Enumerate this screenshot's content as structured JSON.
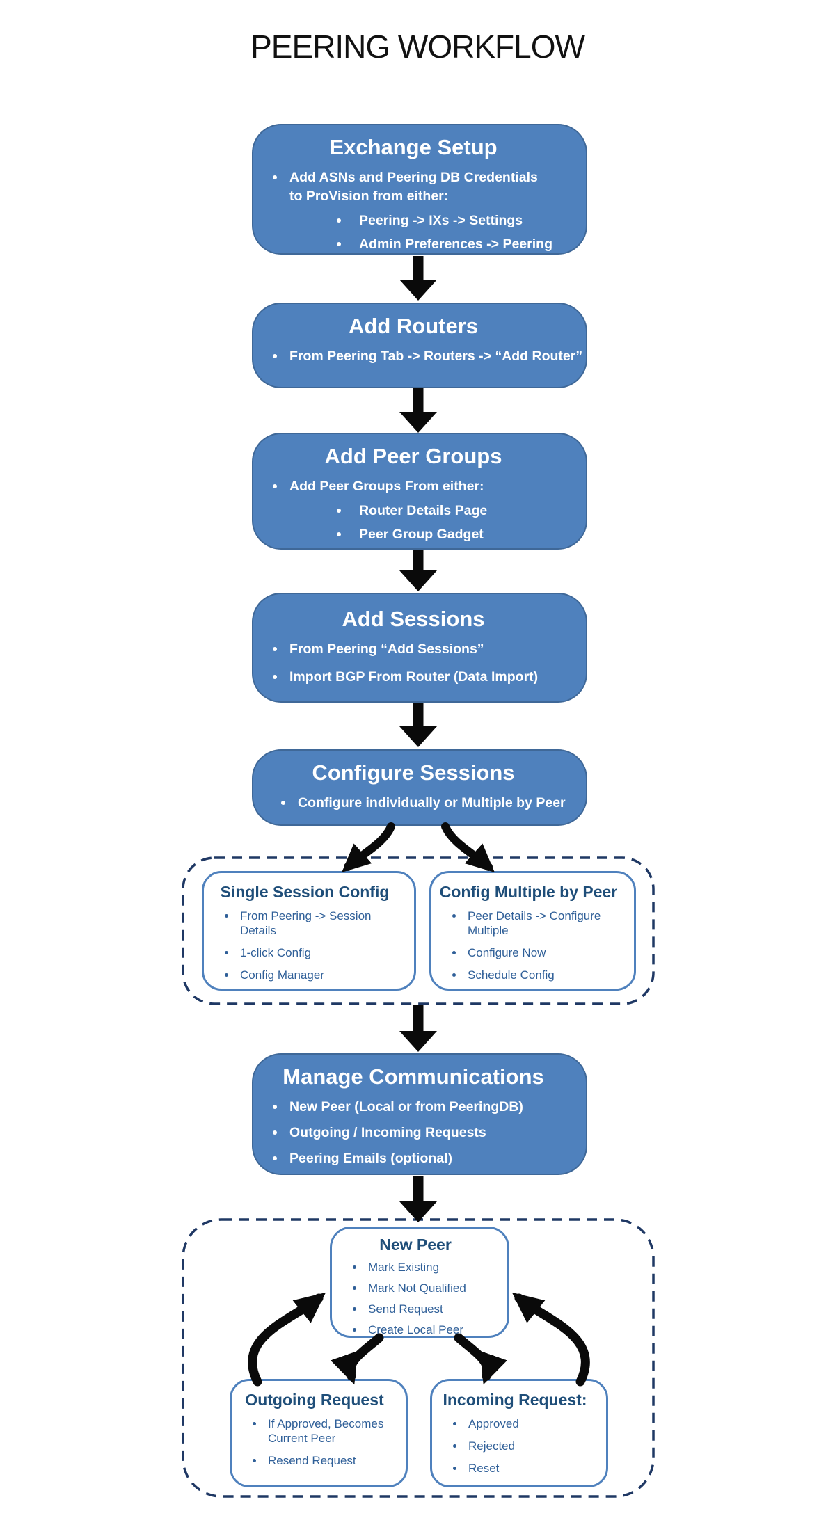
{
  "title": "PEERING WORKFLOW",
  "colors": {
    "process_fill": "#4F81BD",
    "process_border": "#3F6898",
    "process_text": "#ffffff",
    "group_dash": "#1F3864",
    "subbox_border": "#4F81BD",
    "subbox_title": "#1F4E79",
    "subbox_text": "#2F5F98",
    "arrow": "#0a0a0a",
    "title_text": "#111111"
  },
  "flow": [
    {
      "title": "Exchange Setup",
      "items": [
        {
          "level": 1,
          "text": "Add ASNs and Peering DB Credentials to ProVision from either:"
        },
        {
          "level": 2,
          "text": "Peering -> IXs -> Settings"
        },
        {
          "level": 2,
          "text": "Admin Preferences -> Peering"
        }
      ]
    },
    {
      "title": "Add Routers",
      "items": [
        {
          "level": 1,
          "text": "From Peering Tab -> Routers -> “Add Router”"
        }
      ]
    },
    {
      "title": "Add Peer Groups",
      "items": [
        {
          "level": 1,
          "text": "Add Peer Groups From either:"
        },
        {
          "level": 2,
          "text": "Router Details Page"
        },
        {
          "level": 2,
          "text": "Peer Group Gadget"
        }
      ]
    },
    {
      "title": "Add Sessions",
      "items": [
        {
          "level": 1,
          "text": "From Peering “Add Sessions”"
        },
        {
          "level": 1,
          "text": "Import BGP From Router (Data Import)"
        }
      ]
    },
    {
      "title": "Configure Sessions",
      "items": [
        {
          "level": 1,
          "text": "Configure individually or Multiple by Peer"
        }
      ]
    },
    {
      "title": "Manage Communications",
      "items": [
        {
          "level": 1,
          "text": "New Peer (Local or from PeeringDB)"
        },
        {
          "level": 1,
          "text": "Outgoing / Incoming Requests"
        },
        {
          "level": 1,
          "text": "Peering Emails (optional)"
        }
      ]
    }
  ],
  "config_group": {
    "boxes": [
      {
        "title": "Single Session Config",
        "items": [
          "From Peering -> Session Details",
          "1-click Config",
          "Config Manager"
        ]
      },
      {
        "title": "Config Multiple by Peer",
        "items": [
          "Peer Details -> Configure Multiple",
          "Configure Now",
          "Schedule Config"
        ]
      }
    ]
  },
  "comm_group": {
    "boxes": [
      {
        "title": "New Peer",
        "items": [
          "Mark Existing",
          "Mark Not Qualified",
          "Send Request",
          "Create Local Peer"
        ]
      },
      {
        "title": "Outgoing Request",
        "items": [
          "If Approved, Becomes Current Peer",
          "Resend Request"
        ]
      },
      {
        "title": "Incoming Request:",
        "items": [
          "Approved",
          "Rejected",
          "Reset"
        ]
      }
    ]
  }
}
